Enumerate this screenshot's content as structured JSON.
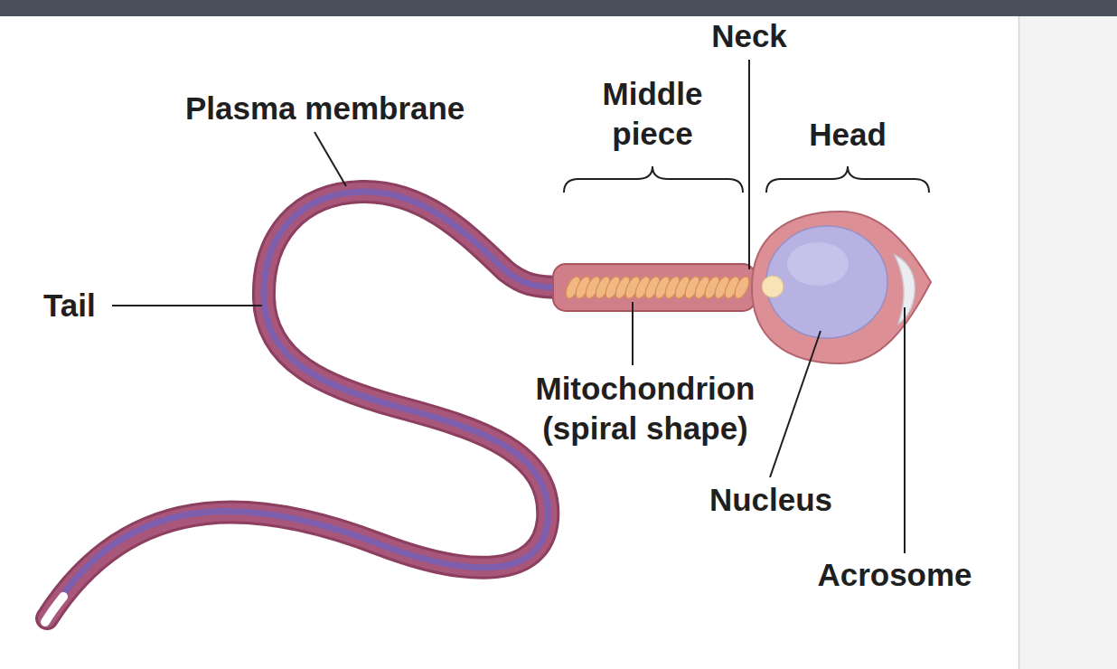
{
  "diagram": {
    "labels": [
      "Neck",
      "Plasma membrane",
      "Middle piece",
      "Head",
      "Tail",
      "Mitochondrion (spiral shape)",
      "Nucleus",
      "Acrosome"
    ]
  }
}
